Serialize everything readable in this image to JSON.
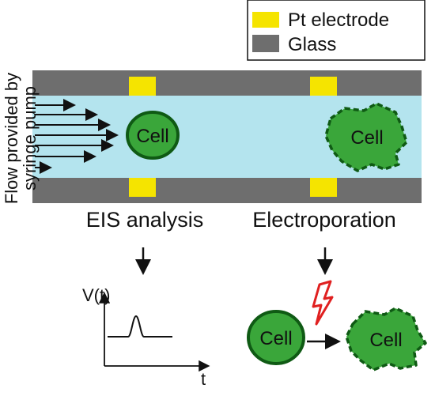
{
  "legend": {
    "items": [
      {
        "label": "Pt electrode",
        "color": "#f5e400"
      },
      {
        "label": "Glass",
        "color": "#6e6e6e"
      }
    ]
  },
  "flow_label_lines": [
    "Flow provided by",
    "syringe pump"
  ],
  "channel": {
    "fluid_color": "#b4e4ee",
    "glass_color": "#6e6e6e",
    "electrode_color": "#f5e400"
  },
  "cells": {
    "label": "Cell",
    "fill": "#3aa63a",
    "outline": "#0f5a14"
  },
  "sections": {
    "eis": {
      "title": "EIS analysis"
    },
    "electroporation": {
      "title": "Electroporation"
    }
  },
  "plot": {
    "y_label": "V(t)",
    "x_label": "t"
  },
  "lightning_color": "#e02020"
}
